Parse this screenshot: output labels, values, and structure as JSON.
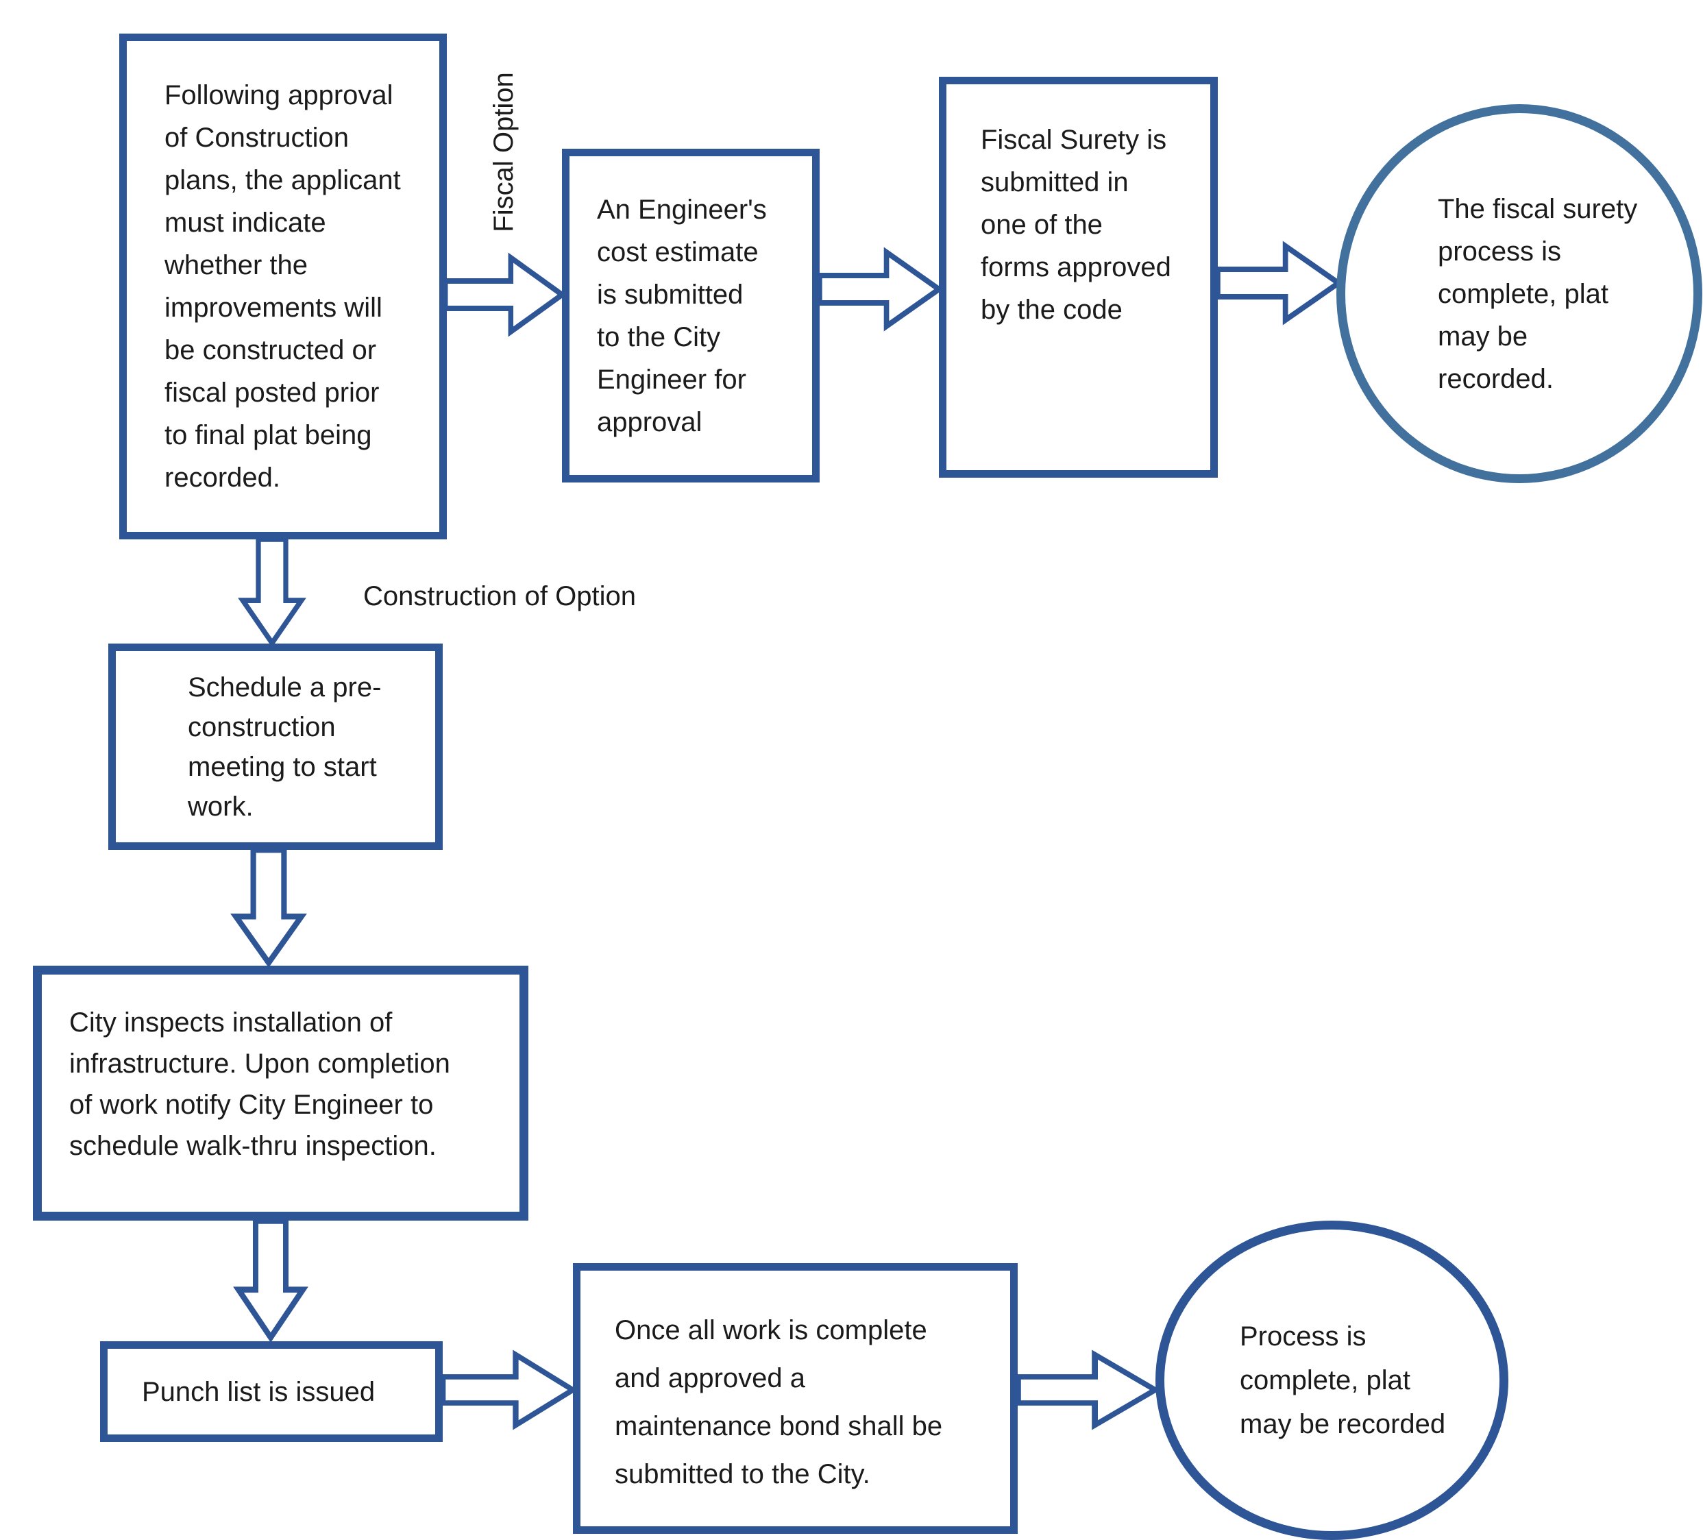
{
  "labels": {
    "fiscal_option": "Fiscal Option",
    "construction_of_option": "Construction of Option"
  },
  "nodes": {
    "start": {
      "text": "Following approval\nof Construction\nplans, the applicant\nmust indicate\nwhether the\nimprovements will\nbe constructed or\nfiscal posted prior\nto final plat being\nrecorded."
    },
    "engineer_estimate": {
      "text": "An Engineer's\ncost estimate\nis submitted\nto the City\nEngineer for\napproval"
    },
    "fiscal_surety": {
      "text": "Fiscal Surety is\nsubmitted in\none of the\nforms approved\nby the code"
    },
    "fiscal_complete": {
      "text": "The fiscal surety\nprocess is\ncomplete, plat\nmay be\nrecorded."
    },
    "pre_construction": {
      "text": "Schedule a pre-\nconstruction\nmeeting to start\nwork."
    },
    "city_inspects": {
      "text": "City inspects installation of\ninfrastructure. Upon completion\nof work notify City Engineer to\nschedule walk-thru inspection."
    },
    "punch_list": {
      "text": "Punch list is issued"
    },
    "maintenance_bond": {
      "text": "Once all work is complete\nand approved a\nmaintenance bond shall be\nsubmitted to the City."
    },
    "process_complete": {
      "text": "Process is\ncomplete, plat\nmay be recorded"
    }
  },
  "colors": {
    "box_border": "#2E5596",
    "arrow": "#2E5596",
    "fiscal_circle_border": "#41719C",
    "process_circle_border": "#2E5596",
    "text": "#1B1B1B",
    "background": "#FFFFFF"
  }
}
